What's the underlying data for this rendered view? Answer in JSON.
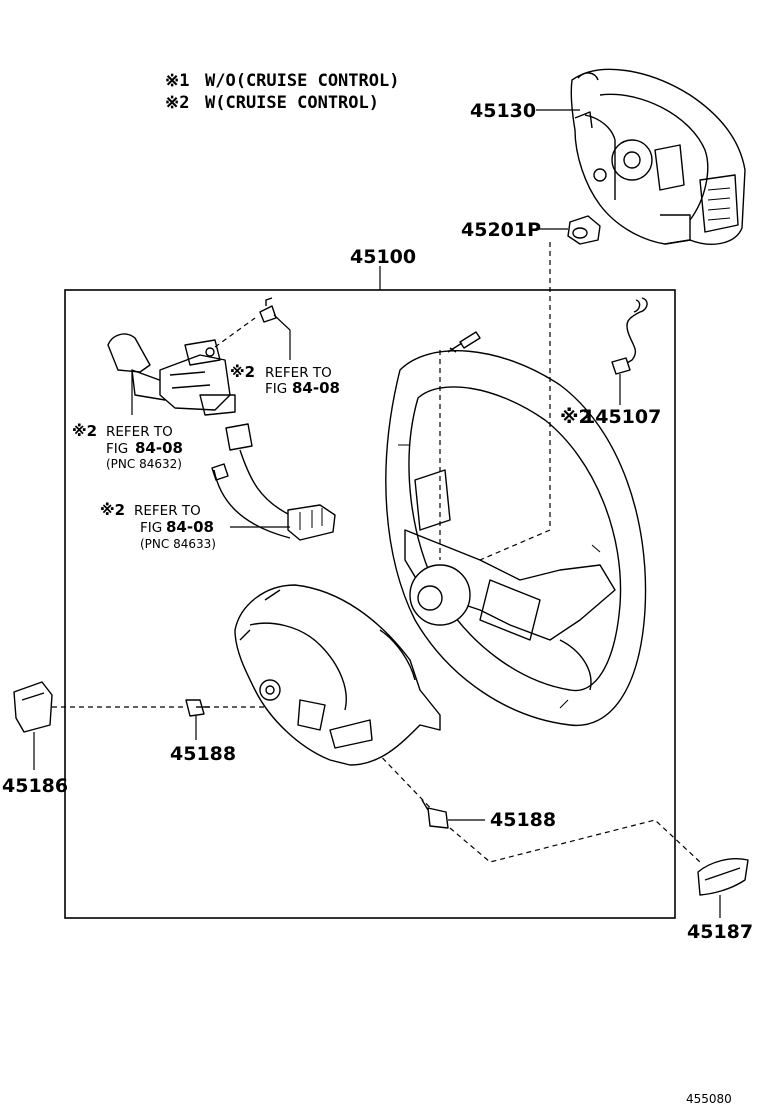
{
  "notes": [
    {
      "mark": "※1",
      "text": "W/O(CRUISE CONTROL)"
    },
    {
      "mark": "※2",
      "text": "W(CRUISE CONTROL)"
    }
  ],
  "parts": {
    "p45130": "45130",
    "p45201p": "45201P",
    "p45100": "45100",
    "p145107": "145107",
    "p45188a": "45188",
    "p45188b": "45188",
    "p45186": "45186",
    "p45187": "45187"
  },
  "mark2": "※2",
  "refs": {
    "ref1": {
      "l1": "REFER TO",
      "l2a": "FIG",
      "l2b": "84-08"
    },
    "ref2": {
      "l1": "REFER TO",
      "l2a": "FIG",
      "l2b": "84-08",
      "l3": "(PNC 84632)"
    },
    "ref3": {
      "l1": "REFER TO",
      "l2a": "FIG",
      "l2b": "84-08",
      "l3": "(PNC 84633)"
    }
  },
  "diagram_code": "455080"
}
